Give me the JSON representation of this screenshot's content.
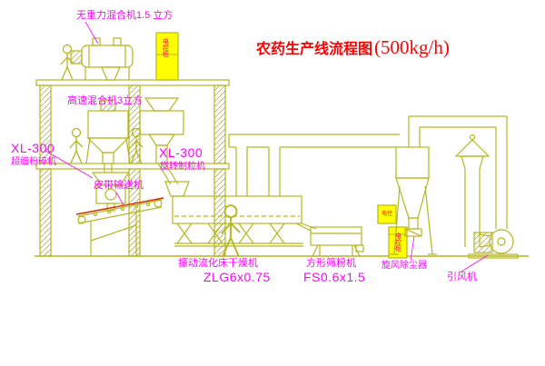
{
  "title": {
    "main": "农药生产线流程图",
    "capacity": "(500kg/h)"
  },
  "labels": {
    "top_mixer": "无重力混合机1.5 立方",
    "high_speed_mixer": "高速混合机3立方",
    "left_machine_model": "XL-300",
    "left_machine_name": "超细粉碎机",
    "center_machine_model": "XL-300",
    "center_machine_name": "旋转制粒机",
    "belt_conveyor": "皮带输送机",
    "dryer_name": "振动流化床干燥机",
    "dryer_model": "ZLG6x0.75",
    "sieve_name": "方形筛粉机",
    "sieve_model": "FS0.6x1.5",
    "cyclone": "旋风除尘器",
    "fan": "引风机",
    "cabinet_text": "电控柜",
    "cabinet_text_small": "电控"
  },
  "colors": {
    "line": "#b6b61e",
    "label": "#ff00ff",
    "title": "#ff0000",
    "cabinet_fill": "#ffff00",
    "belt": "#d42a00"
  }
}
